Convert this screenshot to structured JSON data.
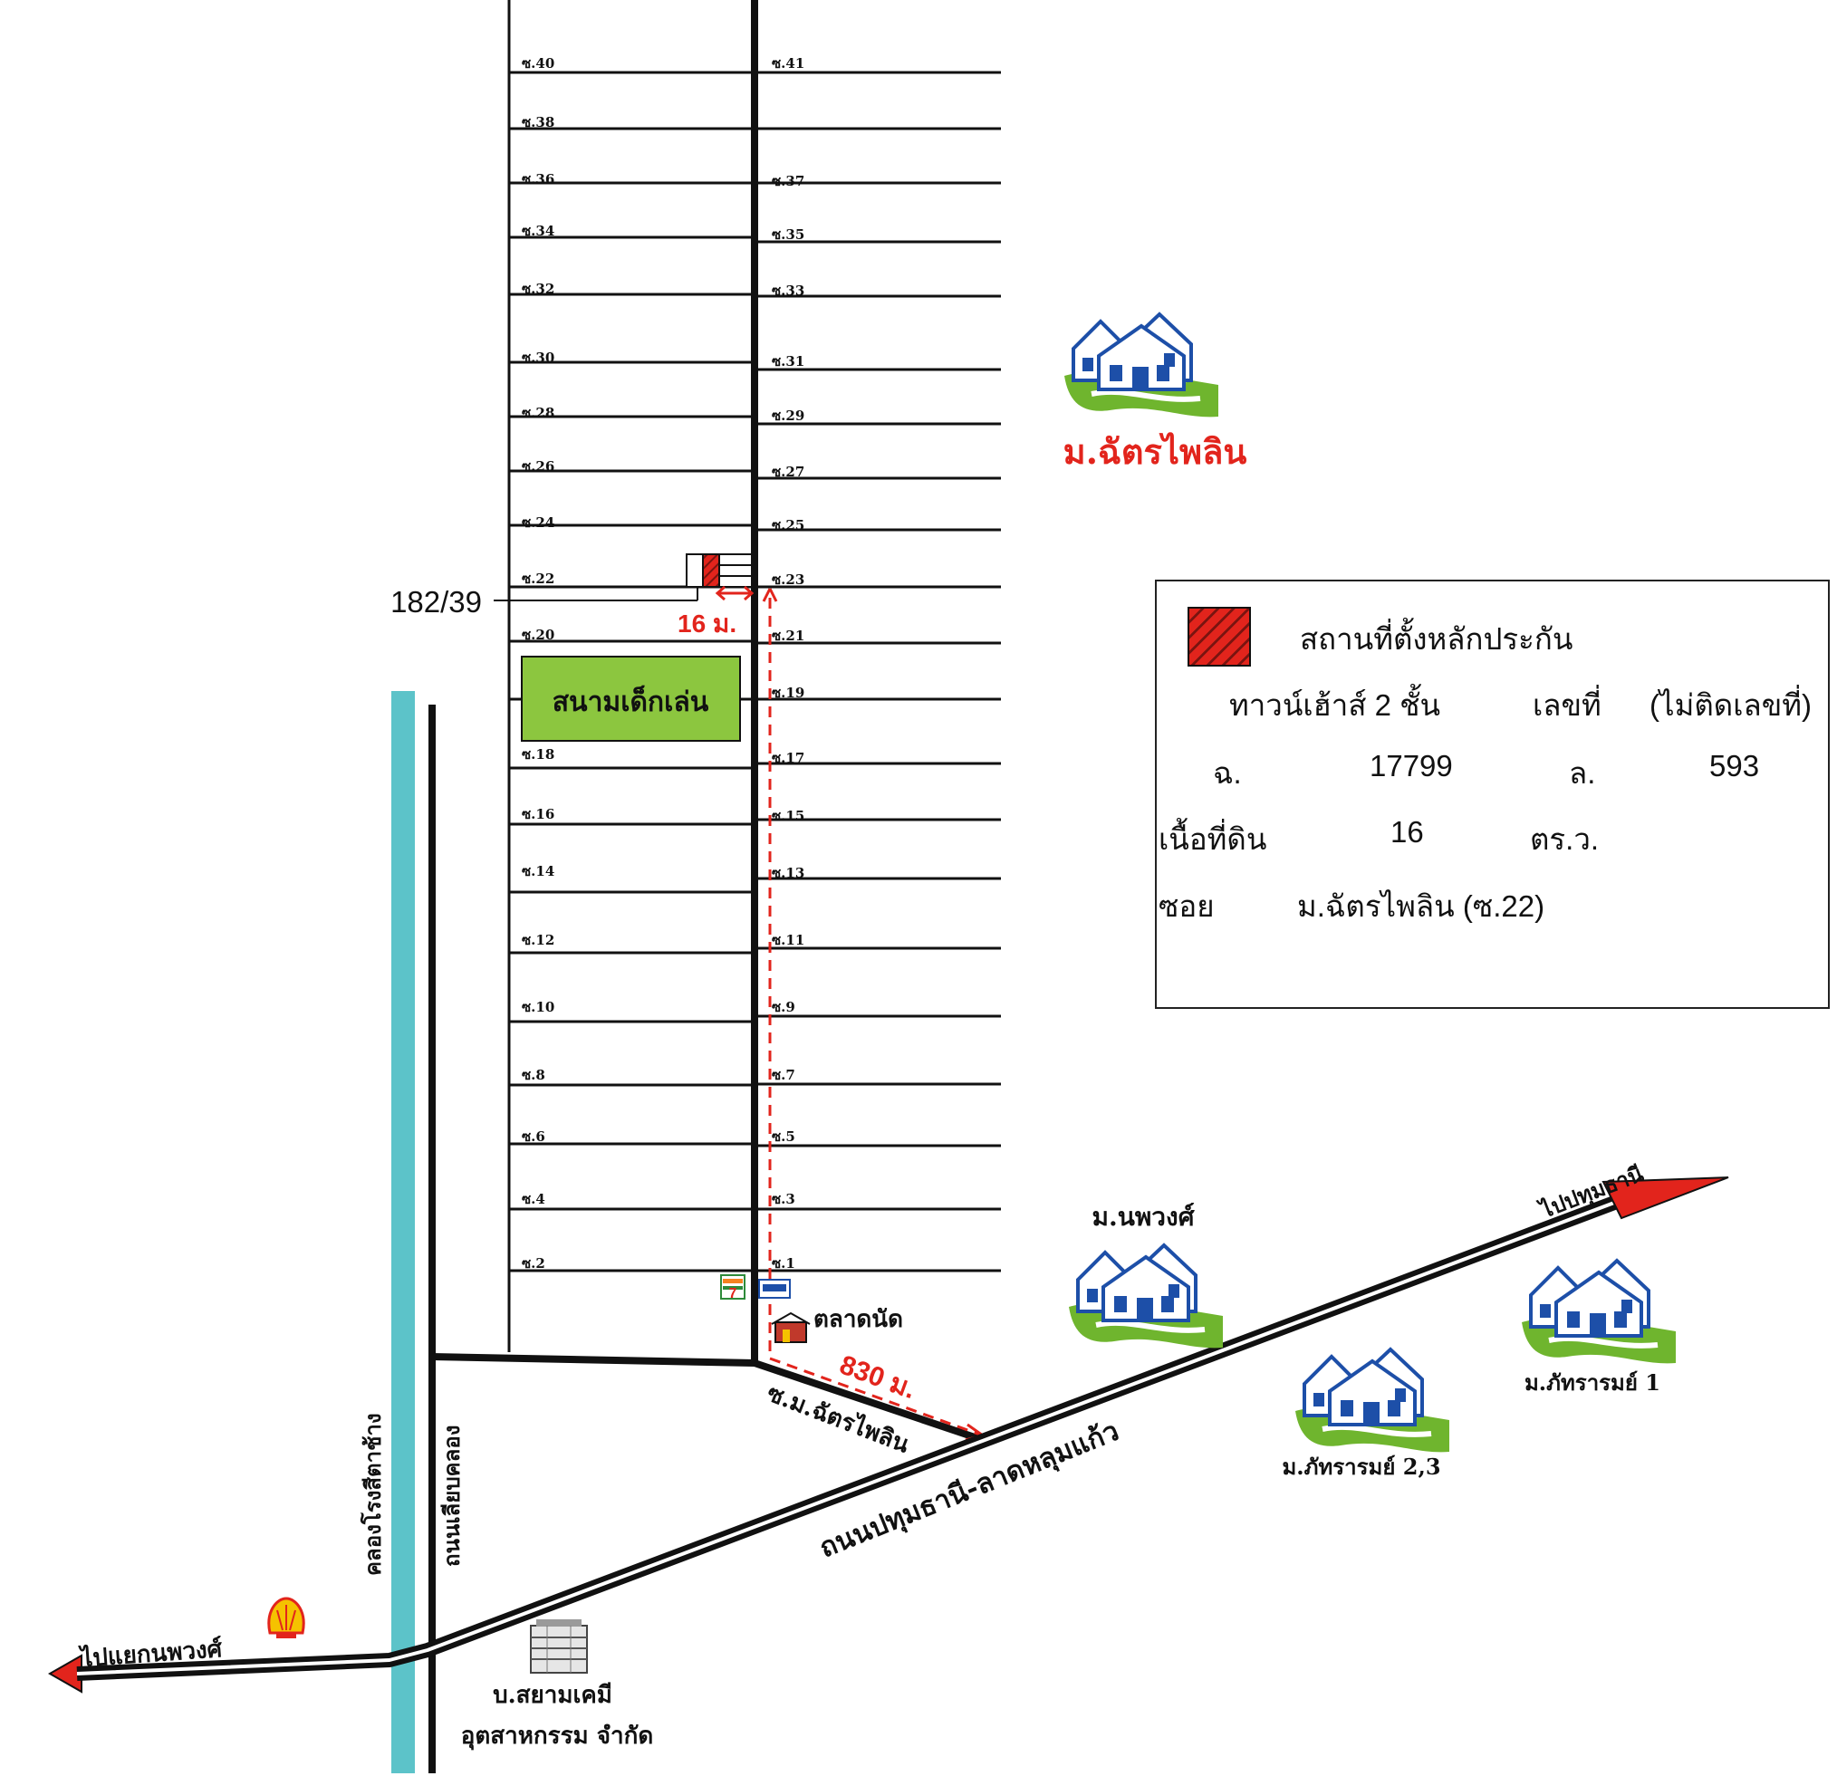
{
  "map": {
    "soi_left": [
      "ซ.40",
      "ซ.38",
      "ซ.36",
      "ซ.34",
      "ซ.32",
      "ซ.30",
      "ซ.28",
      "ซ.26",
      "ซ.24",
      "ซ.22",
      "ซ.20",
      "ซ.18",
      "ซ.16",
      "ซ.14",
      "ซ.12",
      "ซ.10",
      "ซ.8",
      "ซ.6",
      "ซ.4",
      "ซ.2"
    ],
    "soi_right": [
      "ซ.41",
      "ซ.37",
      "ซ.35",
      "ซ.33",
      "ซ.31",
      "ซ.29",
      "ซ.27",
      "ซ.25",
      "ซ.23",
      "ซ.21",
      "ซ.19",
      "ซ.17",
      "ซ.15",
      "ซ.13",
      "ซ.11",
      "ซ.9",
      "ซ.7",
      "ซ.5",
      "ซ.3",
      "ซ.1"
    ],
    "house_number": "182/39",
    "distance_short": "16 ม.",
    "distance_long": "830 ม.",
    "playground": "สนามเด็กเล่น",
    "village_main": "ม.ฉัตรไพลิน",
    "village_noppawong": "ม.นพวงศ์",
    "village_pattharam_1": "ม.ภัทรารมย์ 1",
    "village_pattharam_23": "ม.ภัทรารมย์ 2,3",
    "market": "ตลาดนัด",
    "soi_road": "ซ.ม.ฉัตรไพลิน",
    "main_road": "ถนนปทุมธานี-ลาดหลุมแก้ว",
    "to_pathum": "ไปปทุมธานี",
    "to_noppawong": "ไปแยกนพวงศ์",
    "canal": "คลองโรงสีตาช้าง",
    "canal_road": "ถนนเลียบคลอง",
    "company_line1": "บ.สยามเคมี",
    "company_line2": "อุตสาหกรรม จำกัด"
  },
  "legend": {
    "title": "สถานที่ตั้งหลักประกัน",
    "type": "ทาวน์เฮ้าส์ 2 ชั้น",
    "number_label": "เลขที่",
    "number_value": "(ไม่ติดเลขที่)",
    "deed_label": "ฉ.",
    "deed_value": "17799",
    "land_no_label": "ล.",
    "land_no_value": "593",
    "area_label": "เนื้อที่ดิน",
    "area_value": "16",
    "area_unit": "ตร.ว.",
    "soi_label": "ซอย",
    "soi_value": "ม.ฉัตรไพลิน (ซ.22)"
  },
  "colors": {
    "accent_red": "#e2241c",
    "canal": "#5cc3c9",
    "park": "#8cc63f",
    "house_blue": "#1d4fa8"
  }
}
